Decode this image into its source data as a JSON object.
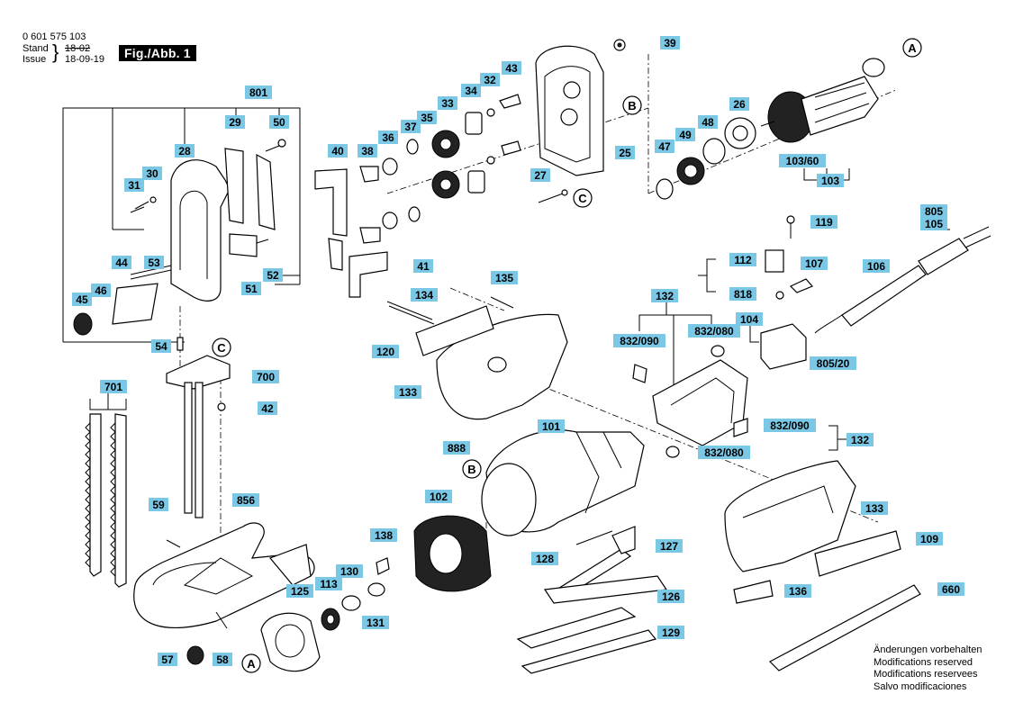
{
  "header": {
    "part_number": "0 601 575 103",
    "stand_label": "Stand",
    "issue_label": "Issue",
    "stand_value": "18-02",
    "issue_value": "18-09-19",
    "figure_label": "Fig./Abb. 1"
  },
  "notes": [
    "Änderungen vorbehalten",
    "Modifications reserved",
    "Modifications reservees",
    "Salvo modificaciones"
  ],
  "callouts": {
    "c801": "801",
    "c29": "29",
    "c50": "50",
    "c28": "28",
    "c30": "30",
    "c31": "31",
    "c53": "53",
    "c44": "44",
    "c46": "46",
    "c45": "45",
    "c52": "52",
    "c51": "51",
    "c54": "54",
    "c700": "700",
    "c42": "42",
    "c701": "701",
    "c59": "59",
    "c856": "856",
    "c57": "57",
    "c58": "58",
    "c39": "39",
    "c43": "43",
    "c32": "32",
    "c34": "34",
    "c33": "33",
    "c37": "37",
    "c35": "35",
    "c36": "36",
    "c38": "38",
    "c40": "40",
    "c41": "41",
    "c25": "25",
    "c27": "27",
    "c26": "26",
    "c48": "48",
    "c49": "49",
    "c47": "47",
    "c103_60": "103/60",
    "c103": "103",
    "c119": "119",
    "c805": "805",
    "c105": "105",
    "c112": "112",
    "c107": "107",
    "c106": "106",
    "c818": "818",
    "c132a": "132",
    "c104": "104",
    "c832_090a": "832/090",
    "c832_080a": "832/080",
    "c805_20": "805/20",
    "c832_090b": "832/090",
    "c832_080b": "832/080",
    "c132b": "132",
    "c135": "135",
    "c134": "134",
    "c120": "120",
    "c133a": "133",
    "c101": "101",
    "c888": "888",
    "c102": "102",
    "c138": "138",
    "c130": "130",
    "c113": "113",
    "c125": "125",
    "c131": "131",
    "c128": "128",
    "c127": "127",
    "c126": "126",
    "c129": "129",
    "c133b": "133",
    "c109": "109",
    "c136": "136",
    "c660": "660"
  },
  "markers": {
    "A": "A",
    "B": "B",
    "C": "C"
  },
  "colors": {
    "callout_fill": "#7ac8e6",
    "ink": "#000000",
    "paper": "#ffffff"
  }
}
